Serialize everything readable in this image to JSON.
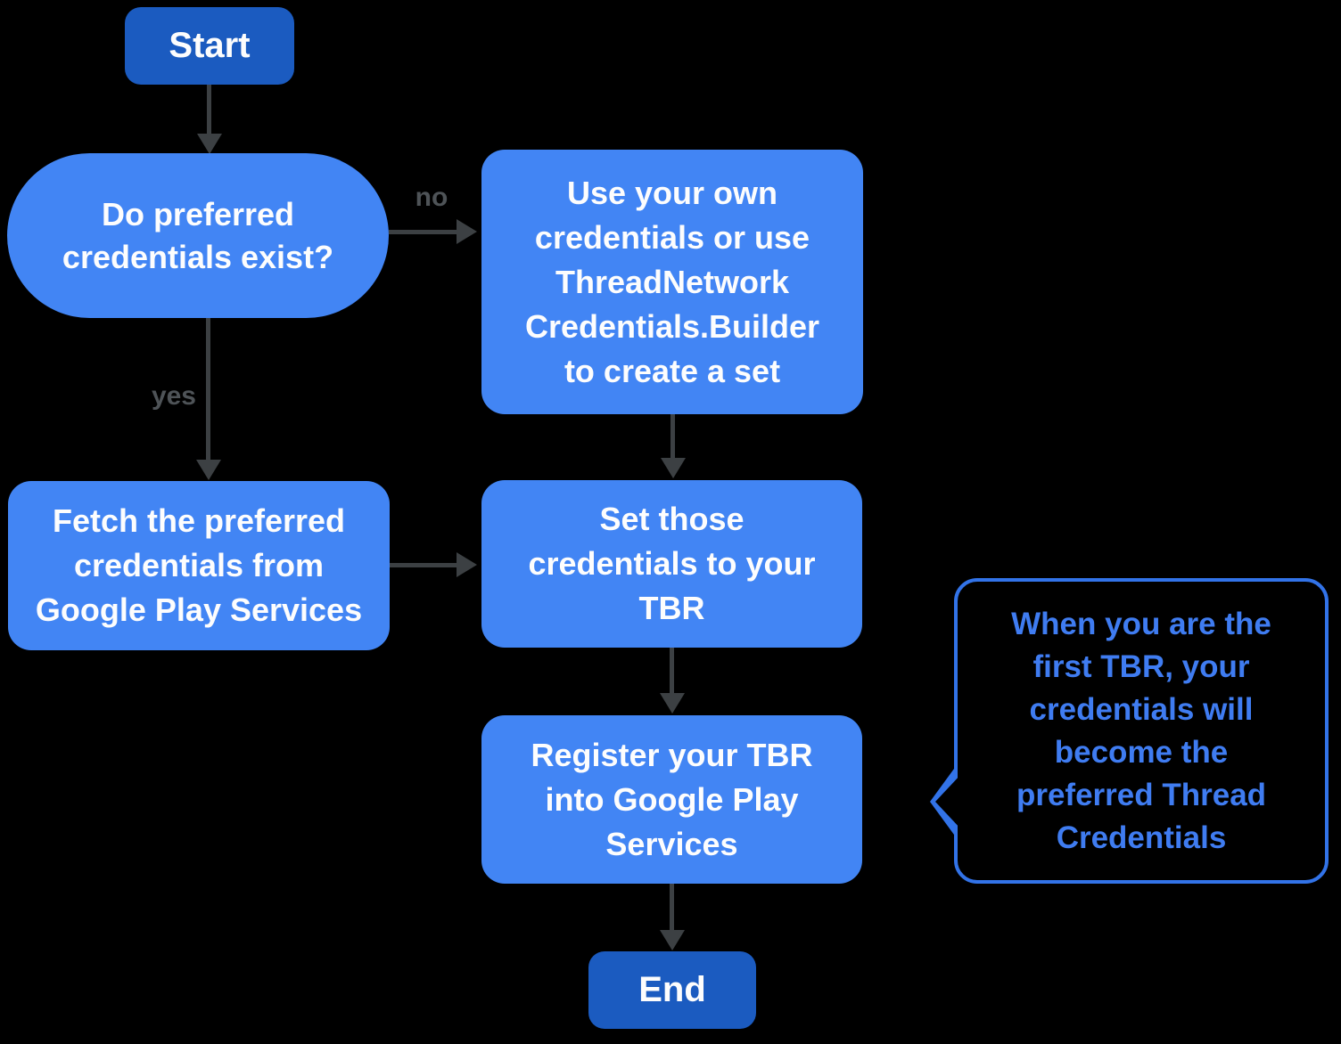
{
  "diagram": {
    "title": "TBR credentials registration flowchart",
    "colors": {
      "bg": "#000000",
      "node_fill": "#4285f4",
      "terminal_fill": "#1b5bc0",
      "node_text": "#fdfdfd",
      "arrow": "#3c4043",
      "edge_label": "#4e5357",
      "callout_border": "#3273e8",
      "callout_text": "#3f7cf1"
    },
    "nodes": {
      "start": {
        "type": "terminal",
        "label": "Start"
      },
      "decision": {
        "type": "decision",
        "label": "Do preferred\ncredentials exist?"
      },
      "use_own": {
        "type": "process",
        "label": "Use your own\ncredentials or use\nThreadNetwork\nCredentials.Builder\nto create a set"
      },
      "fetch": {
        "type": "process",
        "label": "Fetch the preferred\ncredentials from\nGoogle Play Services"
      },
      "set": {
        "type": "process",
        "label": "Set those\ncredentials to your\nTBR"
      },
      "register": {
        "type": "process",
        "label": "Register your TBR\ninto Google Play\nServices"
      },
      "end": {
        "type": "terminal",
        "label": "End"
      }
    },
    "edges": {
      "start_to_decision": {
        "label": ""
      },
      "decision_to_use_own": {
        "label": "no"
      },
      "decision_to_fetch": {
        "label": "yes"
      },
      "use_own_to_set": {
        "label": ""
      },
      "fetch_to_set": {
        "label": ""
      },
      "set_to_register": {
        "label": ""
      },
      "register_to_end": {
        "label": ""
      }
    },
    "callout": {
      "text": "When you are the\nfirst TBR, your\ncredentials will\nbecome the\npreferred Thread\nCredentials"
    }
  }
}
